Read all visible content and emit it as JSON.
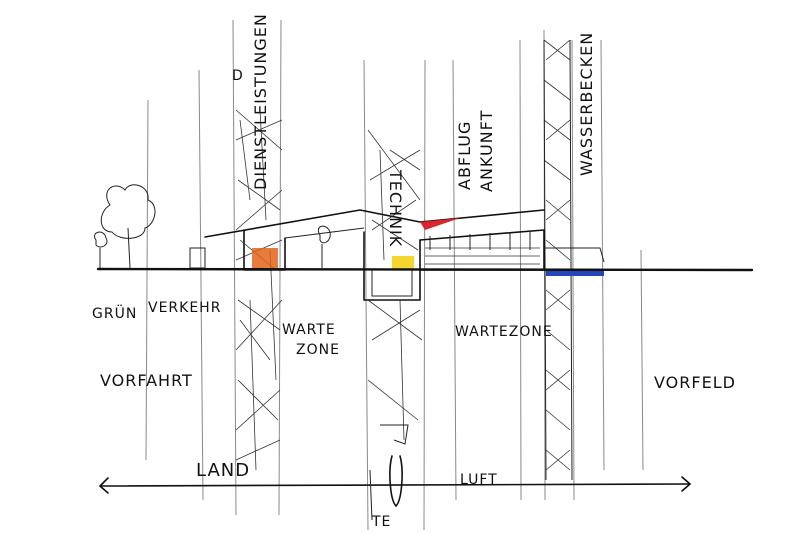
{
  "zones": {
    "gruen": "GRÜN",
    "verkehr": "VERKEHR",
    "vorfahrt": "VORFAHRT",
    "dienstleistungen": "DIENSTLEISTUNGEN",
    "d_mark": "D",
    "wartezone_left_1": "WARTE",
    "wartezone_left_2": "ZONE",
    "technik": "TECHNIK",
    "abflug": "ABFLUG",
    "ankunft": "ANKUNFT",
    "wartezone_right": "WARTEZONE",
    "wasserbecken": "WASSERBECKEN",
    "vorfeld": "VORFELD"
  },
  "axis": {
    "land": "LAND",
    "luft": "LUFT",
    "te_mark": "TE"
  },
  "colors": {
    "accent_orange": "#e2641c",
    "accent_red": "#d8262a",
    "accent_yellow": "#f2d21a",
    "accent_blue": "#2546b8",
    "ink": "#111111",
    "pencil": "#8a8a8a"
  }
}
